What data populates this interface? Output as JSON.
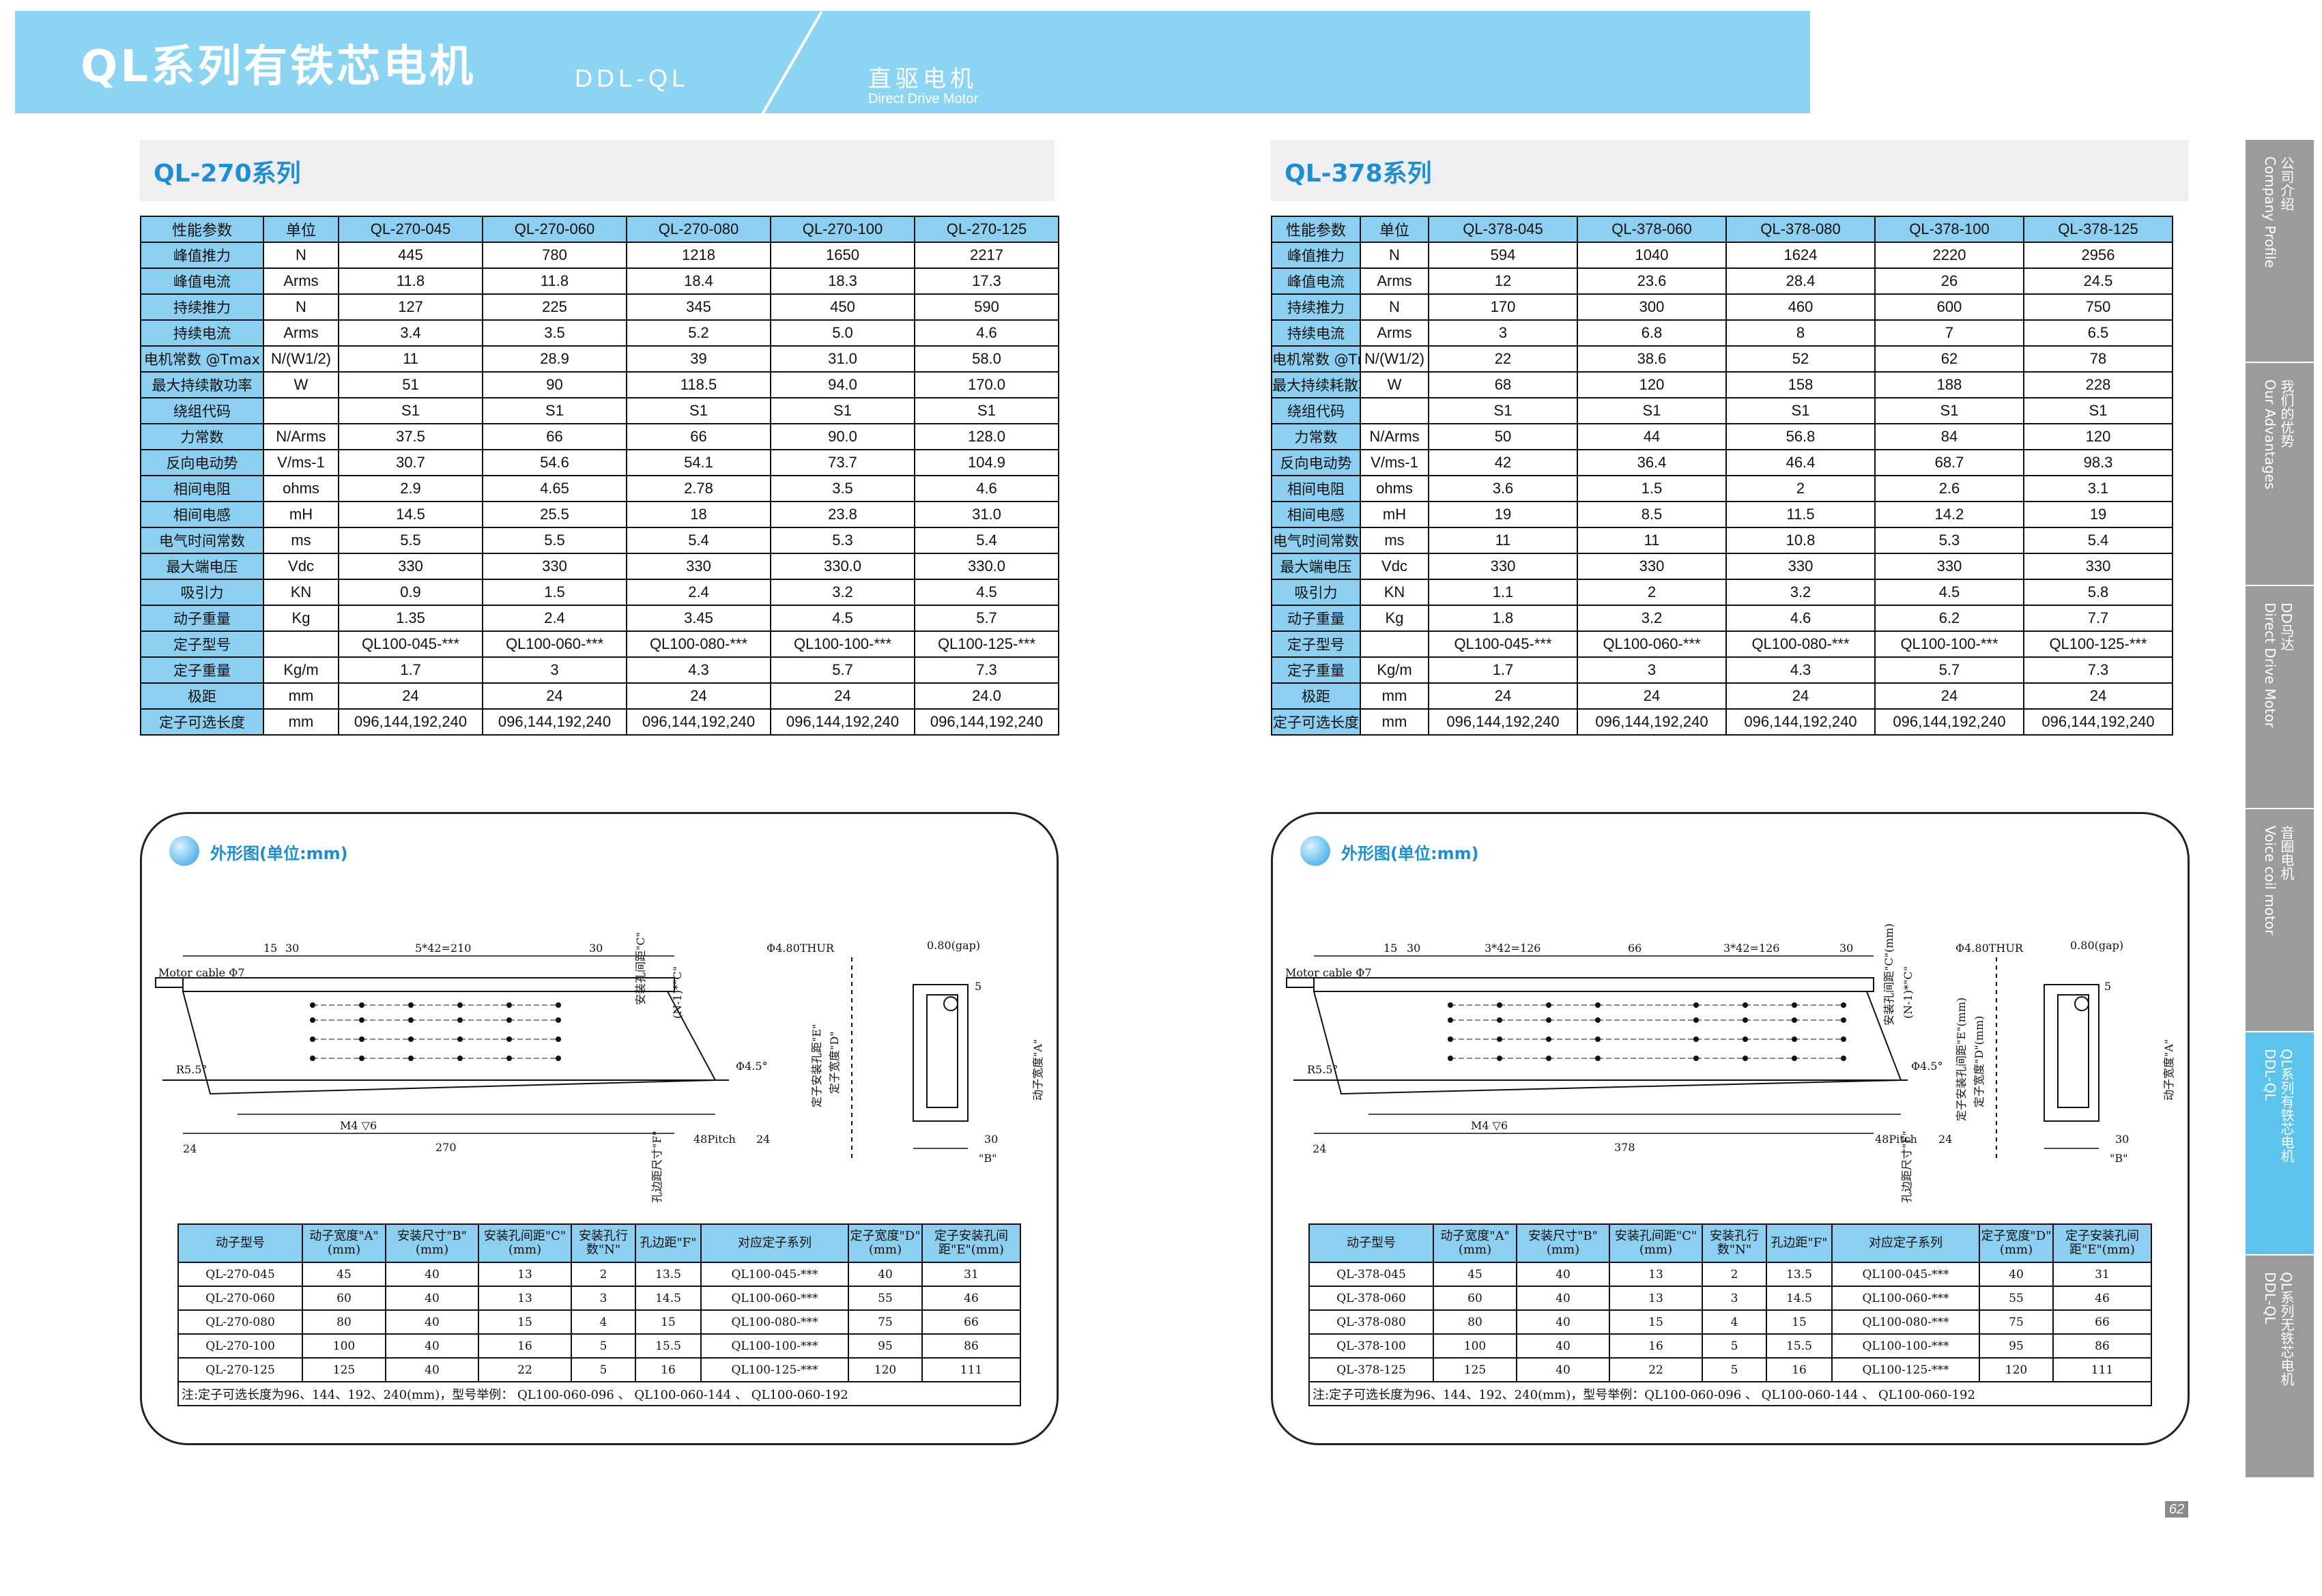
{
  "banner": {
    "title": "QL系列有铁芯电机",
    "code": "DDL-QL",
    "subtitle_cn": "直驱电机",
    "subtitle_en": "Direct Drive Motor"
  },
  "colors": {
    "banner": "#8bd5f3",
    "accent": "#1e8ecf",
    "table_header": "#8ccff0",
    "tab_gray": "#9a9b9d",
    "tab_active": "#5cc4ec"
  },
  "left": {
    "series_title": "QL-270系列",
    "spec": {
      "header": [
        "性能参数",
        "单位",
        "QL-270-045",
        "QL-270-060",
        "QL-270-080",
        "QL-270-100",
        "QL-270-125"
      ],
      "rows": [
        [
          "峰值推力",
          "N",
          "445",
          "780",
          "1218",
          "1650",
          "2217"
        ],
        [
          "峰值电流",
          "Arms",
          "11.8",
          "11.8",
          "18.4",
          "18.3",
          "17.3"
        ],
        [
          "持续推力",
          "N",
          "127",
          "225",
          "345",
          "450",
          "590"
        ],
        [
          "持续电流",
          "Arms",
          "3.4",
          "3.5",
          "5.2",
          "5.0",
          "4.6"
        ],
        [
          "电机常数 @Tmax",
          "N/(W1/2)",
          "11",
          "28.9",
          "39",
          "31.0",
          "58.0"
        ],
        [
          "最大持续散功率",
          "W",
          "51",
          "90",
          "118.5",
          "94.0",
          "170.0"
        ],
        [
          "绕组代码",
          "",
          "S1",
          "S1",
          "S1",
          "S1",
          "S1"
        ],
        [
          "力常数",
          "N/Arms",
          "37.5",
          "66",
          "66",
          "90.0",
          "128.0"
        ],
        [
          "反向电动势",
          "V/ms-1",
          "30.7",
          "54.6",
          "54.1",
          "73.7",
          "104.9"
        ],
        [
          "相间电阻",
          "ohms",
          "2.9",
          "4.65",
          "2.78",
          "3.5",
          "4.6"
        ],
        [
          "相间电感",
          "mH",
          "14.5",
          "25.5",
          "18",
          "23.8",
          "31.0"
        ],
        [
          "电气时间常数",
          "ms",
          "5.5",
          "5.5",
          "5.4",
          "5.3",
          "5.4"
        ],
        [
          "最大端电压",
          "Vdc",
          "330",
          "330",
          "330",
          "330.0",
          "330.0"
        ],
        [
          "吸引力",
          "KN",
          "0.9",
          "1.5",
          "2.4",
          "3.2",
          "4.5"
        ],
        [
          "动子重量",
          "Kg",
          "1.35",
          "2.4",
          "3.45",
          "4.5",
          "5.7"
        ],
        [
          "定子型号",
          "",
          "QL100-045-***",
          "QL100-060-***",
          "QL100-080-***",
          "QL100-100-***",
          "QL100-125-***"
        ],
        [
          "定子重量",
          "Kg/m",
          "1.7",
          "3",
          "4.3",
          "5.7",
          "7.3"
        ],
        [
          "极距",
          "mm",
          "24",
          "24",
          "24",
          "24",
          "24.0"
        ],
        [
          "定子可选长度",
          "mm",
          "096,144,192,240",
          "096,144,192,240",
          "096,144,192,240",
          "096,144,192,240",
          "096,144,192,240"
        ]
      ]
    },
    "dims_title": "外形图(单位:mm)",
    "drawing": {
      "cable": "Motor cable Φ7",
      "d15": "15",
      "d30a": "30",
      "pitch": "5*42=210",
      "d30b": "30",
      "hole": "Φ4.80THUR",
      "gap": "0.80(gap)",
      "len": "270",
      "screw": "M4 ▽6",
      "d24a": "24",
      "d24b": "24",
      "pitch48": "48Pitch",
      "d30c": "30",
      "bq": "\"B\"",
      "aq": "动子宽度\"A\"",
      "cq": "安装孔间距\"C\"",
      "n1c": "(N-1)*\"C\"",
      "eq": "定子安装孔距\"E\"",
      "dq": "定子宽度\"D\"",
      "fq": "孔边距尺寸\"F\"",
      "ang1": "R5.5°",
      "ang2": "Φ4.5°",
      "d5": "5"
    },
    "mover": {
      "header": [
        "动子型号",
        "动子宽度\"A\"(mm)",
        "安装尺寸\"B\"(mm)",
        "安装孔间距\"C\"(mm)",
        "安装孔行数\"N\"",
        "孔边距\"F\"",
        "对应定子系列",
        "定子宽度\"D\"(mm)",
        "定子安装孔间距\"E\"(mm)"
      ],
      "rows": [
        [
          "QL-270-045",
          "45",
          "40",
          "13",
          "2",
          "13.5",
          "QL100-045-***",
          "40",
          "31"
        ],
        [
          "QL-270-060",
          "60",
          "40",
          "13",
          "3",
          "14.5",
          "QL100-060-***",
          "55",
          "46"
        ],
        [
          "QL-270-080",
          "80",
          "40",
          "15",
          "4",
          "15",
          "QL100-080-***",
          "75",
          "66"
        ],
        [
          "QL-270-100",
          "100",
          "40",
          "16",
          "5",
          "15.5",
          "QL100-100-***",
          "95",
          "86"
        ],
        [
          "QL-270-125",
          "125",
          "40",
          "22",
          "5",
          "16",
          "QL100-125-***",
          "120",
          "111"
        ]
      ],
      "note": "注:定子可选长度为96、144、192、240(mm)，型号举例： QL100-060-096  、    QL100-060-144  、    QL100-060-192"
    }
  },
  "right": {
    "series_title": "QL-378系列",
    "spec": {
      "header": [
        "性能参数",
        "单位",
        "QL-378-045",
        "QL-378-060",
        "QL-378-080",
        "QL-378-100",
        "QL-378-125"
      ],
      "rows": [
        [
          "峰值推力",
          "N",
          "594",
          "1040",
          "1624",
          "2220",
          "2956"
        ],
        [
          "峰值电流",
          "Arms",
          "12",
          "23.6",
          "28.4",
          "26",
          "24.5"
        ],
        [
          "持续推力",
          "N",
          "170",
          "300",
          "460",
          "600",
          "750"
        ],
        [
          "持续电流",
          "Arms",
          "3",
          "6.8",
          "8",
          "7",
          "6.5"
        ],
        [
          "电机常数 @Tmax",
          "N/(W1/2)",
          "22",
          "38.6",
          "52",
          "62",
          "78"
        ],
        [
          "最大持续耗散功率",
          "W",
          "68",
          "120",
          "158",
          "188",
          "228"
        ],
        [
          "绕组代码",
          "",
          "S1",
          "S1",
          "S1",
          "S1",
          "S1"
        ],
        [
          "力常数",
          "N/Arms",
          "50",
          "44",
          "56.8",
          "84",
          "120"
        ],
        [
          "反向电动势",
          "V/ms-1",
          "42",
          "36.4",
          "46.4",
          "68.7",
          "98.3"
        ],
        [
          "相间电阻",
          "ohms",
          "3.6",
          "1.5",
          "2",
          "2.6",
          "3.1"
        ],
        [
          "相间电感",
          "mH",
          "19",
          "8.5",
          "11.5",
          "14.2",
          "19"
        ],
        [
          "电气时间常数",
          "ms",
          "11",
          "11",
          "10.8",
          "5.3",
          "5.4"
        ],
        [
          "最大端电压",
          "Vdc",
          "330",
          "330",
          "330",
          "330",
          "330"
        ],
        [
          "吸引力",
          "KN",
          "1.1",
          "2",
          "3.2",
          "4.5",
          "5.8"
        ],
        [
          "动子重量",
          "Kg",
          "1.8",
          "3.2",
          "4.6",
          "6.2",
          "7.7"
        ],
        [
          "定子型号",
          "",
          "QL100-045-***",
          "QL100-060-***",
          "QL100-080-***",
          "QL100-100-***",
          "QL100-125-***"
        ],
        [
          "定子重量",
          "Kg/m",
          "1.7",
          "3",
          "4.3",
          "5.7",
          "7.3"
        ],
        [
          "极距",
          "mm",
          "24",
          "24",
          "24",
          "24",
          "24"
        ],
        [
          "定子可选长度",
          "mm",
          "096,144,192,240",
          "096,144,192,240",
          "096,144,192,240",
          "096,144,192,240",
          "096,144,192,240"
        ]
      ]
    },
    "dims_title": "外形图(单位:mm)",
    "drawing": {
      "cable": "Motor cable Φ7",
      "d15": "15",
      "d30a": "30",
      "pitch1": "3*42=126",
      "mid": "66",
      "pitch2": "3*42=126",
      "d30b": "30",
      "hole": "Φ4.80THUR",
      "gap": "0.80(gap)",
      "len": "378",
      "screw": "M4 ▽6",
      "d24a": "24",
      "d24b": "24",
      "pitch48": "48Pitch",
      "d30c": "30",
      "bq": "\"B\"",
      "aq": "动子宽度\"A\"",
      "cq": "安装孔间距\"C\"(mm)",
      "n1c": "(N-1)*\"C\"",
      "eq": "定子安装孔间距\"E\"(mm)",
      "dq": "定子宽度\"D\"(mm)",
      "fq": "孔边距尺寸\"F\"",
      "ang1": "R5.5°",
      "ang2": "Φ4.5°",
      "d5": "5"
    },
    "mover": {
      "header": [
        "动子型号",
        "动子宽度\"A\"(mm)",
        "安装尺寸\"B\"(mm)",
        "安装孔间距\"C\"(mm)",
        "安装孔行数\"N\"",
        "孔边距\"F\"",
        "对应定子系列",
        "定子宽度\"D\"(mm)",
        "定子安装孔间距\"E\"(mm)"
      ],
      "rows": [
        [
          "QL-378-045",
          "45",
          "40",
          "13",
          "2",
          "13.5",
          "QL100-045-***",
          "40",
          "31"
        ],
        [
          "QL-378-060",
          "60",
          "40",
          "13",
          "3",
          "14.5",
          "QL100-060-***",
          "55",
          "46"
        ],
        [
          "QL-378-080",
          "80",
          "40",
          "15",
          "4",
          "15",
          "QL100-080-***",
          "75",
          "66"
        ],
        [
          "QL-378-100",
          "100",
          "40",
          "16",
          "5",
          "15.5",
          "QL100-100-***",
          "95",
          "86"
        ],
        [
          "QL-378-125",
          "125",
          "40",
          "22",
          "5",
          "16",
          "QL100-125-***",
          "120",
          "111"
        ]
      ],
      "note": "注:定子可选长度为96、144、192、240(mm)，型号举例：QL100-060-096  、    QL100-060-144  、    QL100-060-192"
    }
  },
  "tabs": [
    {
      "cn": "公司介绍",
      "en": "Company Profile"
    },
    {
      "cn": "我们的优势",
      "en": "Our Advantages"
    },
    {
      "cn": "DD马达",
      "en": "Direct Drive Motor"
    },
    {
      "cn": "音圈电机",
      "en": "Voice coil motor"
    },
    {
      "cn": "QL系列有铁芯电机",
      "en": "DDL-QL"
    },
    {
      "cn": "QL系列无铁芯电机",
      "en": "DDL-QL"
    }
  ],
  "page_number": "62"
}
